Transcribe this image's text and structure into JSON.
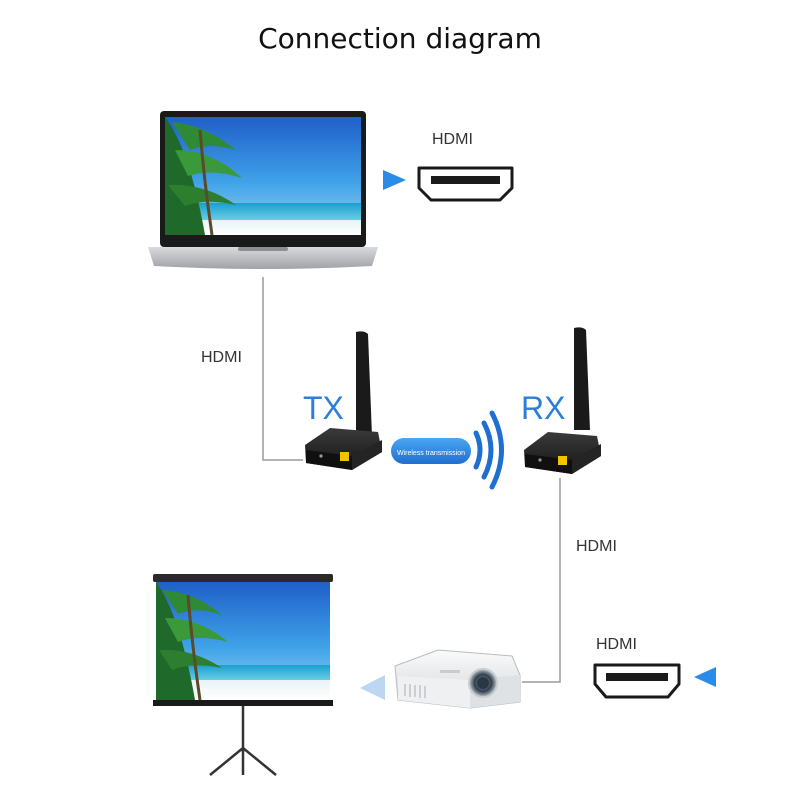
{
  "title": "Connection diagram",
  "labels": {
    "hdmi_top": "HDMI",
    "hdmi_left": "HDMI",
    "hdmi_right": "HDMI",
    "hdmi_bottom": "HDMI",
    "tx": "TX",
    "rx": "RX",
    "wireless": "Wireless transmission"
  },
  "colors": {
    "accent": "#2c7fd6",
    "arrow": "#2a8ce8",
    "device": "#1c1c1c",
    "badge": "#f2c400"
  }
}
